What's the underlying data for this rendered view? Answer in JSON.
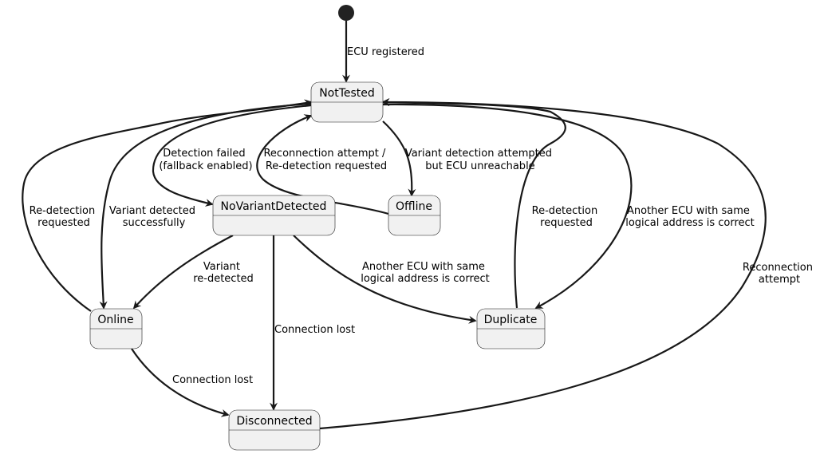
{
  "states": {
    "not_tested": "NotTested",
    "no_variant_detected": "NoVariantDetected",
    "offline": "Offline",
    "online": "Online",
    "duplicate": "Duplicate",
    "disconnected": "Disconnected"
  },
  "transitions": {
    "start_to_not_tested": [
      "ECU registered"
    ],
    "not_tested_to_no_variant": [
      "Detection failed",
      "(fallback enabled)"
    ],
    "offline_to_not_tested": [
      "Reconnection attempt /",
      "Re-detection requested"
    ],
    "not_tested_to_offline": [
      "Variant detection attempted",
      "but ECU unreachable"
    ],
    "online_to_not_tested": [
      "Re-detection",
      "requested"
    ],
    "not_tested_to_online": [
      "Variant detected",
      "successfully"
    ],
    "duplicate_to_not_tested": [
      "Re-detection",
      "requested"
    ],
    "not_tested_to_duplicate": [
      "Another ECU with same",
      "logical address is correct"
    ],
    "disconnected_to_not_tested": [
      "Reconnection",
      "attempt"
    ],
    "no_variant_to_online": [
      "Variant",
      "re-detected"
    ],
    "no_variant_to_disconnected": [
      "Connection lost"
    ],
    "no_variant_to_duplicate": [
      "Another ECU with same",
      "logical address is correct"
    ],
    "online_to_disconnected": [
      "Connection lost"
    ]
  },
  "colors": {
    "state_fill": "#f1f1f1",
    "line": "#181818",
    "start_node": "#222222"
  }
}
